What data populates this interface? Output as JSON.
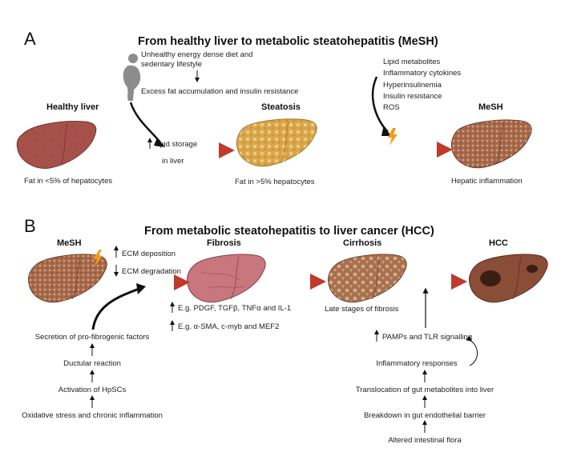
{
  "panel_a": {
    "letter": "A",
    "title": "From healthy liver to metabolic steatohepatitis (MeSH)",
    "stages": {
      "healthy": "Healthy liver",
      "steatosis": "Steatosis",
      "mesh": "MeSH"
    },
    "cause_line1": "Unhealthy energy dense diet and",
    "cause_line2": "sedentary lifestyle",
    "cause_effect": "Excess fat accumulation and insulin resistance",
    "arrow_label_top": "lipid storage",
    "arrow_label_bottom": "in liver",
    "factors": [
      "Lipid metabolites",
      "Inflammatory cytokines",
      "Hyperinsulinemia",
      "Insulin resistance",
      "ROS"
    ],
    "captions": {
      "healthy": "Fat in <5% of hepatocytes",
      "steatosis": "Fat in >5% hepatocytes",
      "mesh": "Hepatic inflammation"
    }
  },
  "panel_b": {
    "letter": "B",
    "title": "From metabolic steatohepatitis to liver cancer (HCC)",
    "stages": {
      "mesh": "MeSH",
      "fibrosis": "Fibrosis",
      "cirrhosis": "Cirrhosis",
      "hcc": "HCC"
    },
    "ecm_deposition": "ECM deposition",
    "ecm_degradation": "ECM degradation",
    "left_chain": [
      "Secretion of pro-fibrogenic factors",
      "Ductular  reaction",
      "Activation of HpSCs",
      "Oxidative stress and chronic inflammation"
    ],
    "fibrosis_up1": "E.g. PDGF, TGFβ, TNFα and IL-1",
    "fibrosis_up2": "E.g. α-SMA, c-myb and MEF2",
    "cirrhosis_caption": "Late stages of fibrosis",
    "right_chain": [
      "PAMPs and TLR signalling",
      "Inflammatory responses",
      "Translocation of gut metabolites into liver",
      "Breakdown in gut endothelial barrier",
      "Altered intestinal flora"
    ]
  },
  "colors": {
    "healthy_liver": "#9e4a43",
    "steatosis_liver": "#d9a64a",
    "mesh_liver": "#a96a4c",
    "fibrosis_liver": "#c8777f",
    "cirrhosis_liver": "#a8704f",
    "hcc_liver": "#8a4d37",
    "progress_arrow": "#c0392b"
  }
}
